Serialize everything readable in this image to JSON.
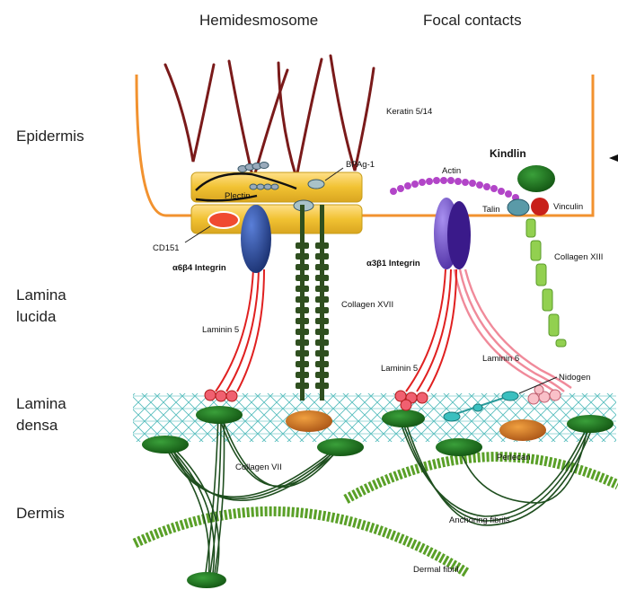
{
  "headers": {
    "hemidesmosome": "Hemidesmosome",
    "focal_contacts": "Focal contacts"
  },
  "layers": {
    "epidermis": "Epidermis",
    "lamina_lucida_1": "Lamina",
    "lamina_lucida_2": "lucida",
    "lamina_densa_1": "Lamina",
    "lamina_densa_2": "densa",
    "dermis": "Dermis"
  },
  "labels": {
    "keratin": "Keratin 5/14",
    "bpag1": "BPAg-1",
    "plectin": "Plectin",
    "cd151": "CD151",
    "a6b4": "α6β4 Integrin",
    "collagen_xvii": "Collagen XVII",
    "laminin5_left": "Laminin 5",
    "collagen_vii": "Collagen VII",
    "dermal_fibril": "Dermal fibril",
    "kindlin": "Kindlin",
    "actin": "Actin",
    "talin": "Talin",
    "vinculin": "Vinculin",
    "collagen_xiii": "Collagen XIII",
    "a3b1": "α3β1 Integrin",
    "laminin5_right": "Laminin 5",
    "laminin6": "Laminin 6",
    "nidogen": "Nidogen",
    "perlecan": "Perlecan",
    "anchoring_fibrils": "Anchoring fibrils"
  },
  "colors": {
    "membrane": "#f2922f",
    "keratin": "#7a1a1a",
    "plaque": "#f1c232",
    "integrin_a6b4": "#1f3f8f",
    "integrin_a3b1": "#6a46c8",
    "laminin5": "#e02020",
    "laminin6": "#f08a9a",
    "collagen_xvii": "#2f4f1f",
    "anchoring": "#1f4f1f",
    "dermal_fibril": "#6ab02a",
    "lamina_densa": "#3bb3b3",
    "perlecan": "#d2691e",
    "actin": "#b245c8",
    "kindlin": "#1e7a1e",
    "collagen_xiii": "#92d050"
  }
}
